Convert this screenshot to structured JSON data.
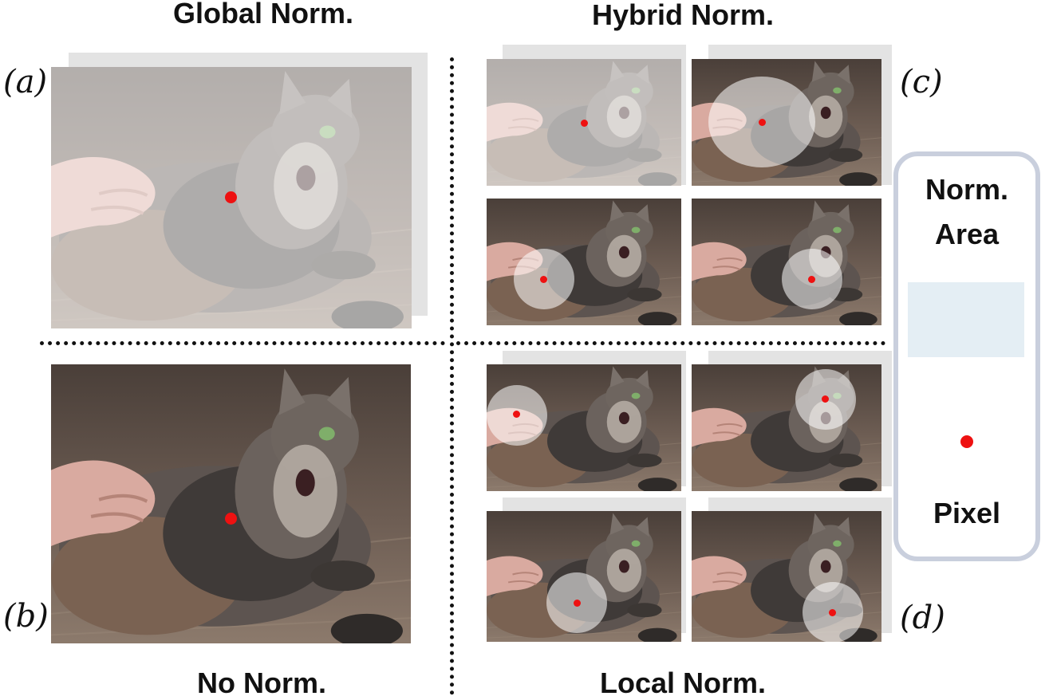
{
  "titles": {
    "global": "Global Norm.",
    "hybrid": "Hybrid Norm.",
    "none": "No Norm.",
    "local": "Local Norm."
  },
  "panel_labels": {
    "a": "(a)",
    "b": "(b)",
    "c": "(c)",
    "d": "(d)"
  },
  "legend": {
    "area_line1": "Norm.",
    "area_line2": "Area",
    "pixel": "Pixel"
  },
  "colors": {
    "pixel": "#ee1111",
    "norm_area": "#e4eef4",
    "legend_border": "#c9cfdd"
  }
}
